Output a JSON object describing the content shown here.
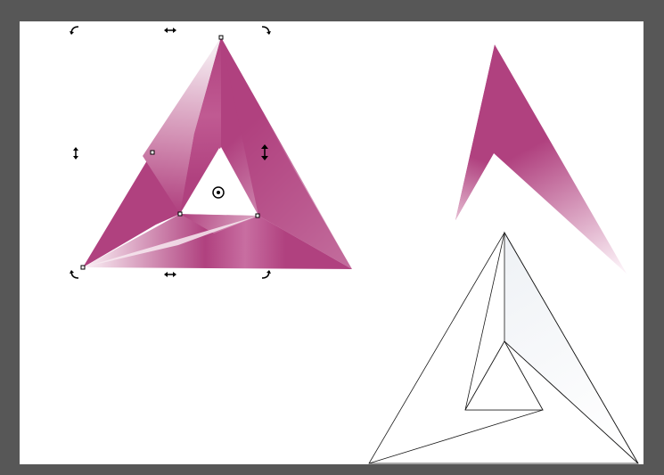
{
  "colors": {
    "workspace": "#575757",
    "page": "#ffffff",
    "fill": "#b0417f",
    "fill_light": "#f2e6ee",
    "outline": "#1a1a1a",
    "outline_fill": "#f3f5f8"
  },
  "selection": {
    "transform_mode": "rotate",
    "rotation_center": "center-target-icon",
    "handles": [
      "rotate-top-left",
      "skew-top",
      "rotate-top-right",
      "skew-left",
      "skew-right",
      "rotate-bottom-left",
      "skew-bottom",
      "rotate-bottom-right"
    ]
  },
  "objects": [
    {
      "name": "selected-gradient-triangle",
      "selected": true
    },
    {
      "name": "gradient-shard",
      "selected": false
    },
    {
      "name": "outlined-triangle",
      "selected": false
    }
  ]
}
